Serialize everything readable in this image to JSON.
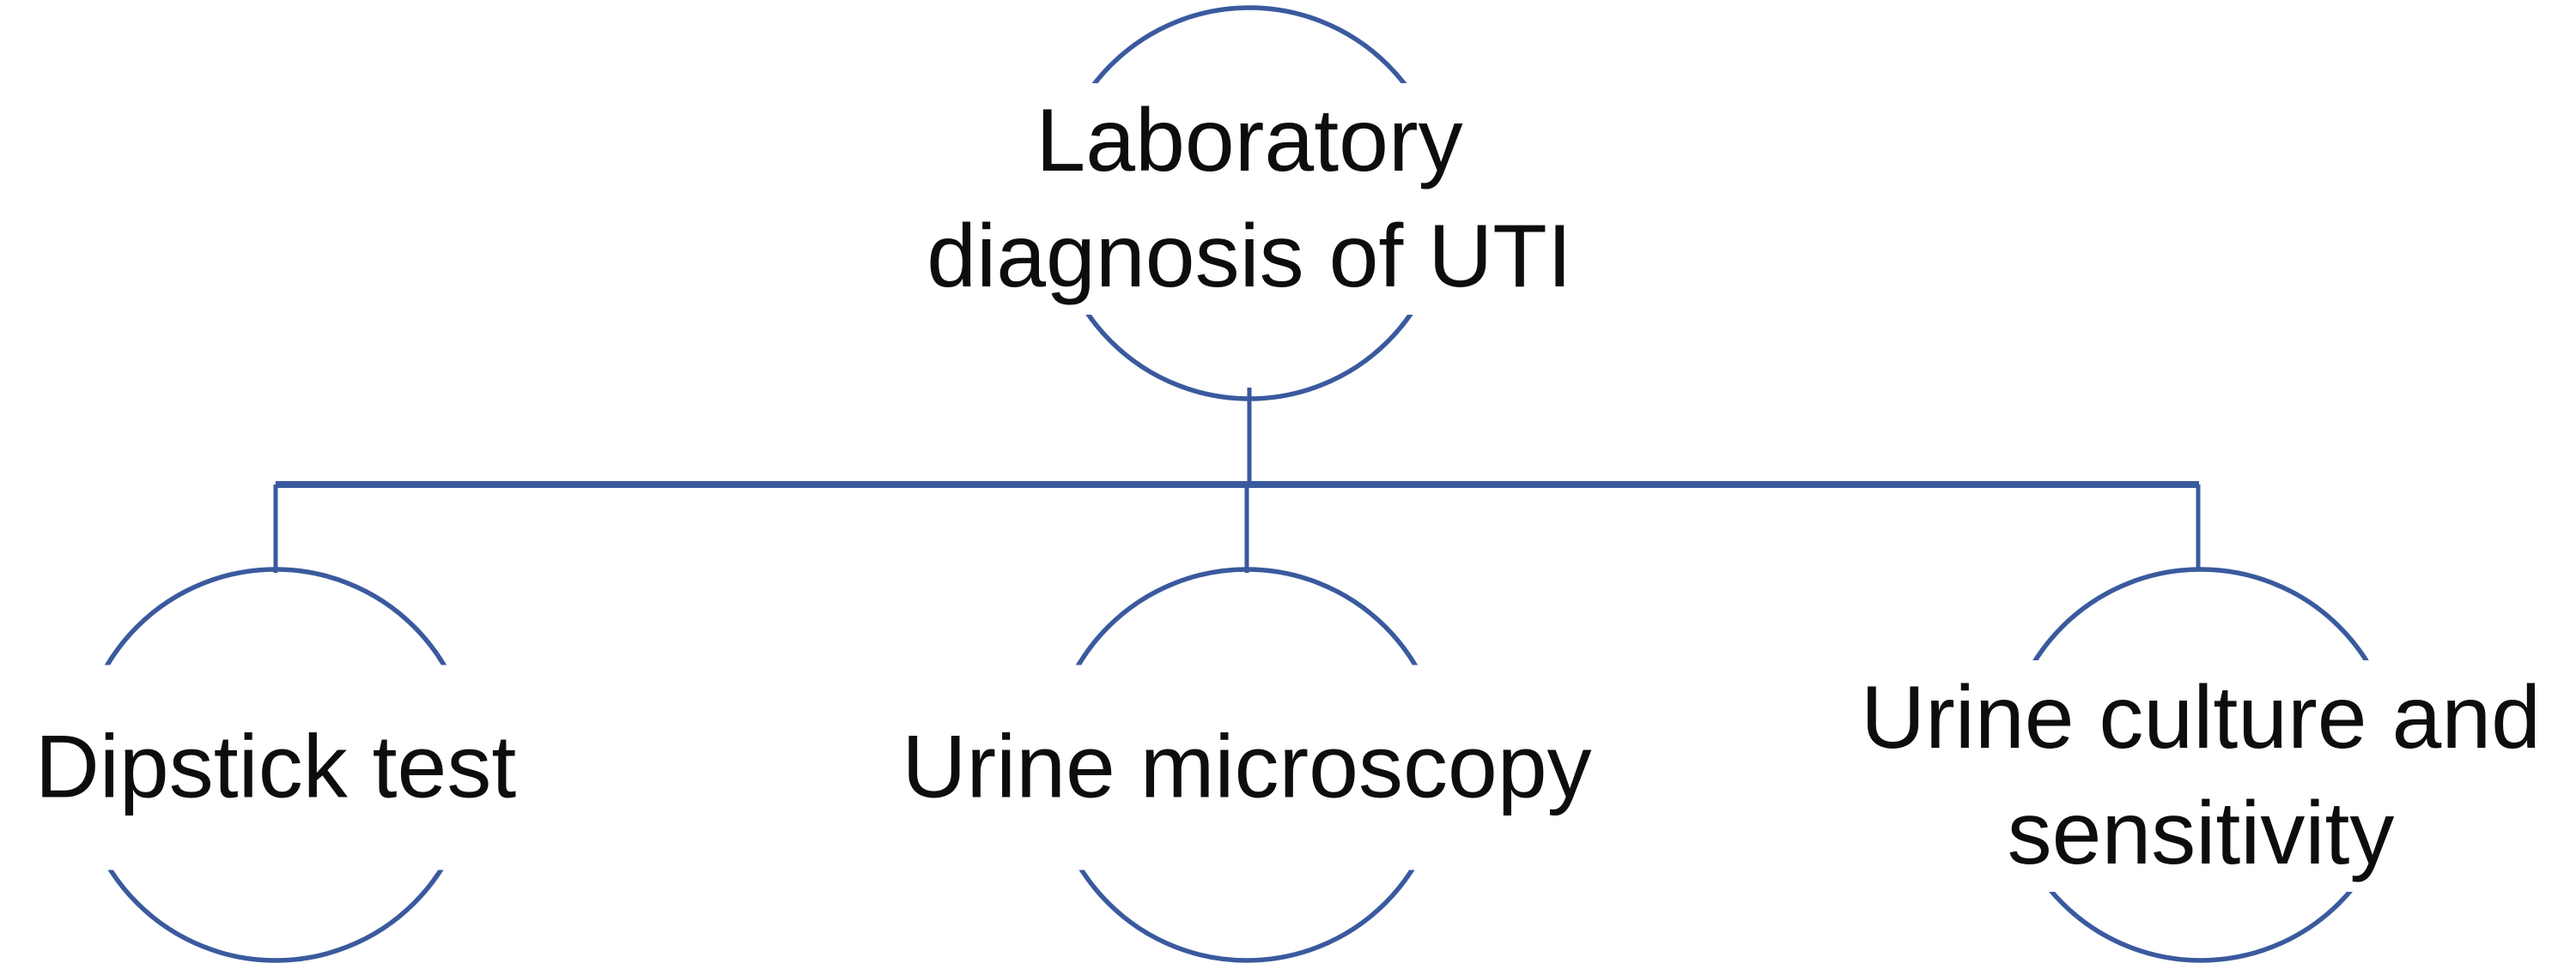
{
  "diagram": {
    "title_node": {
      "id": "laboratory-diagnosis-of-uti",
      "lines": [
        "Laboratory",
        "diagnosis of UTI"
      ]
    },
    "children": [
      {
        "id": "dipstick-test",
        "lines": [
          "Dipstick test"
        ]
      },
      {
        "id": "urine-microscopy",
        "lines": [
          "Urine microscopy"
        ]
      },
      {
        "id": "urine-culture",
        "lines": [
          "Urine culture and",
          "sensitivity"
        ]
      }
    ]
  },
  "colors": {
    "accent_blue": "#3A5A9E",
    "text_ink": "#0D0D0D",
    "background": "#FFFFFF"
  }
}
